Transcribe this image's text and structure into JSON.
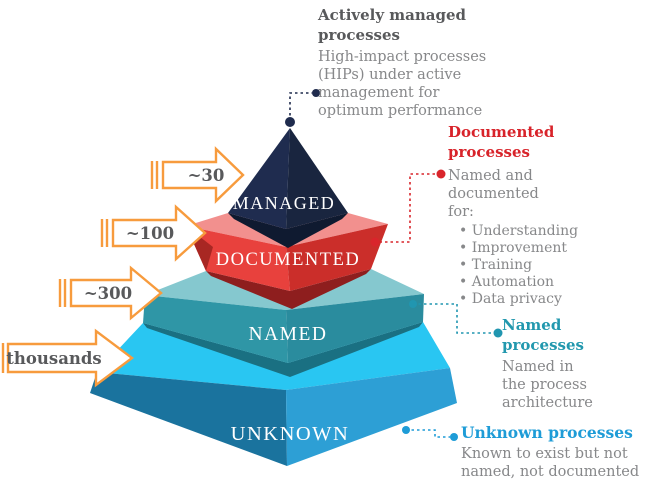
{
  "pyramid": {
    "tiers": [
      {
        "id": "managed",
        "label": "MANAGED",
        "count": "~30",
        "colors": {
          "left": "#1F2C4F",
          "right": "#19253F",
          "rim": "#0F1A30"
        }
      },
      {
        "id": "documented",
        "label": "DOCUMENTED",
        "count": "~100",
        "colors": {
          "band": "#F2908E",
          "left": "#E8413D",
          "right": "#CB2E2A",
          "rim": "#8E1E1E",
          "corner": "#A82723"
        }
      },
      {
        "id": "named",
        "label": "NAMED",
        "count": "~300",
        "colors": {
          "band": "#85C8CF",
          "left": "#2F96A6",
          "right": "#2A8C9E",
          "rim": "#1A7082"
        }
      },
      {
        "id": "unknown",
        "label": "UNKNOWN",
        "count": "thousands",
        "colors": {
          "band": "#29C6F2",
          "left": "#1A739E",
          "right": "#2D9FD5"
        }
      }
    ]
  },
  "arrows": {
    "stroke": "#F79B3D",
    "text_color": "#58595B",
    "items": [
      {
        "label": "~30"
      },
      {
        "label": "~100"
      },
      {
        "label": "~300"
      },
      {
        "label": "thousands"
      }
    ]
  },
  "connectors": {
    "managed": {
      "color": "#1F2B4D"
    },
    "documented": {
      "color": "#D9252B"
    },
    "named": {
      "color": "#2196B0"
    },
    "unknown": {
      "color": "#1E9CD7"
    }
  },
  "annotations": {
    "managed": {
      "title": "Actively managed processes",
      "title_color": "#58595B",
      "body": "High-impact processes (HIPs) under active management for optimum performance"
    },
    "documented": {
      "title": "Documented processes",
      "title_color": "#D8232A",
      "intro": "Named and documented for:",
      "bullets": [
        "Understanding",
        "Improvement",
        "Training",
        "Automation",
        "Data privacy"
      ]
    },
    "named": {
      "title": "Named processes",
      "title_color": "#2298AE",
      "body": "Named in the process architecture"
    },
    "unknown": {
      "title": "Unknown processes",
      "title_color": "#1E9CD7",
      "body": "Known to exist but not named, not documented"
    }
  }
}
